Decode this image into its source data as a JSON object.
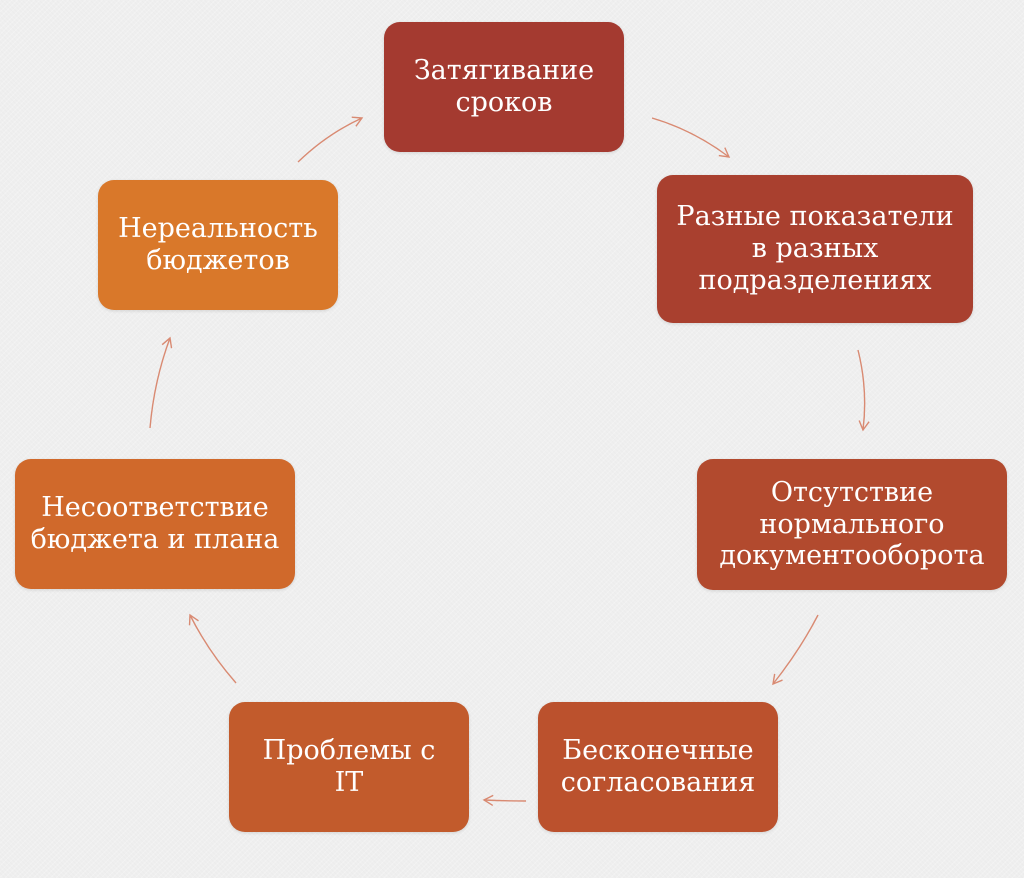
{
  "diagram": {
    "nodes": [
      {
        "id": "node-1",
        "lines": [
          "Затягивание",
          "сроков"
        ],
        "color": "#a43a30"
      },
      {
        "id": "node-2",
        "lines": [
          "Разные показатели",
          "в разных",
          "подразделениях"
        ],
        "color": "#a9402f"
      },
      {
        "id": "node-3",
        "lines": [
          "Отсутствие",
          "нормального",
          "документооборота"
        ],
        "color": "#b24a2e"
      },
      {
        "id": "node-4",
        "lines": [
          "Бесконечные",
          "согласования"
        ],
        "color": "#bb512d"
      },
      {
        "id": "node-5",
        "lines": [
          "Проблемы с",
          "IT"
        ],
        "color": "#c25b2c"
      },
      {
        "id": "node-6",
        "lines": [
          "Несоответствие",
          "бюджета и плана"
        ],
        "color": "#d0692b"
      },
      {
        "id": "node-7",
        "lines": [
          "Нереальность",
          "бюджетов"
        ],
        "color": "#d9782a"
      }
    ],
    "arrow_color": "#d98a72"
  }
}
